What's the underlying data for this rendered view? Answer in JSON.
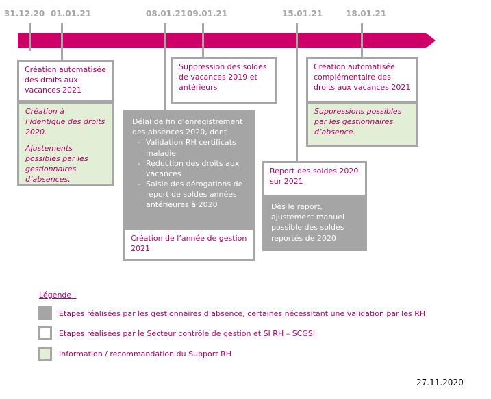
{
  "timeline": {
    "dates": [
      "31.12.20",
      "01.01.21",
      "08.01.21",
      "09.01.21",
      "15.01.21",
      "18.01.21"
    ],
    "bar_color": "#cc0066"
  },
  "boxes": {
    "b1": {
      "text": "Création automatisée des droits aux vacances 2021"
    },
    "b1_info": {
      "p1": "Création à l’identique des droits 2020.",
      "p2": "Ajustements possibles par les gestionnaires d’absences."
    },
    "b2": {
      "intro": "Délai de fin d’enregistrement des absences 2020, dont",
      "items": [
        "Validation RH certificats maladie",
        "Réduction des droits aux vacances",
        "Saisie des dérogations de report de soldes années antérieures à 2020"
      ]
    },
    "b2_white": {
      "text": "Création de l’année de gestion 2021"
    },
    "b3": {
      "text": "Suppression des soldes de vacances 2019 et antérieurs"
    },
    "b4": {
      "text": "Report des soldes 2020 sur 2021"
    },
    "b4_grey": {
      "text": "Dès le report, ajustement manuel possible des soldes reportés de 2020"
    },
    "b5": {
      "text": "Création automatisée complémentaire des droits aux vacances 2021"
    },
    "b5_info": {
      "text": "Suppressions possibles par les gestionnaires d’absence."
    }
  },
  "legend": {
    "title": "Légende :",
    "items": [
      {
        "text": "Etapes réalisées par les gestionnaires d’absence, certaines nécessitant une validation par les RH",
        "color": "#a5a5a5"
      },
      {
        "text": "Etapes réalisées par le Secteur contrôle de gestion et SI RH – SCGSI",
        "color": "#ffffff"
      },
      {
        "text": "Information / recommandation du Support RH",
        "color": "#e3eed7"
      }
    ]
  },
  "footer_date": "27.11.2020",
  "colors": {
    "accent": "#b5006a",
    "grey": "#a5a5a5",
    "green": "#e3eed7",
    "border": "#a6a6a6"
  }
}
